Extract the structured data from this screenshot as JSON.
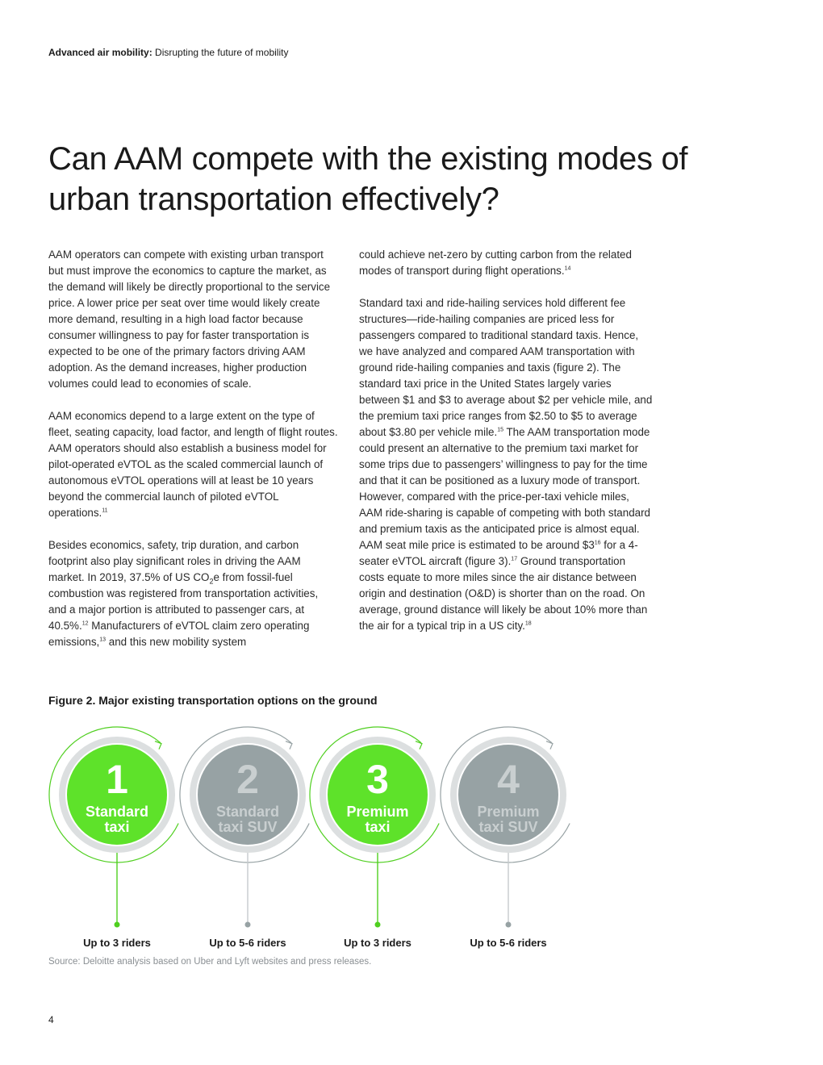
{
  "header": {
    "bold": "Advanced air mobility:",
    "rest": " Disrupting the future of mobility"
  },
  "title": "Can AAM compete with the existing modes of urban transportation effectively?",
  "left_column": {
    "p1": "AAM operators can compete with existing urban transport but must improve the economics to capture the market, as the demand will likely be directly proportional to the service price. A lower price per seat over time would likely create more demand, resulting in a high load factor because consumer willingness to pay for faster transportation is expected to be one of the primary factors driving AAM adoption. As the demand increases, higher production volumes could lead to economies of scale.",
    "p2": "AAM economics depend to a large extent on the type of fleet, seating capacity, load factor, and length of flight routes. AAM operators should also establish a business model for pilot-operated eVTOL as the scaled commercial launch of autonomous eVTOL operations will at least be 10 years beyond the commercial launch of piloted eVTOL operations.",
    "p2_fn": "11",
    "p3a": "Besides economics, safety, trip duration, and carbon footprint also play significant roles in driving the AAM market. In 2019, 37.5% of US CO",
    "p3_sub": "2",
    "p3b": "e from fossil-fuel combustion was registered from transportation activities, and a major portion is attributed to passenger cars, at 40.5%.",
    "p3_fn1": "12",
    "p3c": " Manufacturers of eVTOL claim zero operating emissions,",
    "p3_fn2": "13",
    "p3d": " and this new mobility system"
  },
  "right_column": {
    "p1": "could achieve net-zero by cutting carbon from the related modes of transport during flight operations.",
    "p1_fn": "14",
    "p2a": "Standard taxi and ride-hailing services hold different fee structures—ride-hailing companies are priced less for passengers compared to traditional standard taxis. Hence, we have analyzed and compared AAM transportation with ground ride-hailing companies and taxis (figure 2). The standard taxi price in the United States largely varies between $1 and $3 to average about $2 per vehicle mile, and the premium taxi price ranges from $2.50 to $5 to average about $3.80 per vehicle mile.",
    "p2_fn1": "15",
    "p2b": " The AAM transportation mode could present an alternative to the premium taxi market for some trips due to passengers’ willingness to pay for the time and that it can be positioned as a luxury mode of transport. However, compared with the price-per-taxi vehicle miles, AAM ride-sharing is capable of competing with both standard and premium taxis as the anticipated price is almost equal. AAM seat mile price is estimated to be around $3",
    "p2_fn2": "16",
    "p2c": " for a 4-seater eVTOL aircraft (figure 3).",
    "p2_fn3": "17",
    "p2d": " Ground transportation costs equate to more miles since the air distance between origin and destination (O&D) is shorter than on the road. On average, ground distance will likely be about 10% more than the air for a typical trip in a US city.",
    "p2_fn4": "18"
  },
  "figure": {
    "title": "Figure 2. Major existing transportation options on the ground",
    "options": [
      {
        "number": "1",
        "line1": "Standard",
        "line2": "taxi",
        "riders": "Up to 3 riders",
        "highlight": true
      },
      {
        "number": "2",
        "line1": "Standard",
        "line2": "taxi SUV",
        "riders": "Up to 5-6 riders",
        "highlight": false
      },
      {
        "number": "3",
        "line1": "Premium",
        "line2": "taxi",
        "riders": "Up to 3 riders",
        "highlight": true
      },
      {
        "number": "4",
        "line1": "Premium",
        "line2": "taxi SUV",
        "riders": "Up to 5-6 riders",
        "highlight": false
      }
    ],
    "colors": {
      "green": "#5ee22a",
      "green_dark": "#4fcf1f",
      "gray": "#97a2a4",
      "gray_light": "#c6cbcc",
      "halo": "#dcdfe0",
      "number_on_gray": "#c9cfd0"
    }
  },
  "source": "Source: Deloitte analysis based on Uber and Lyft websites and press releases.",
  "page_number": "4"
}
